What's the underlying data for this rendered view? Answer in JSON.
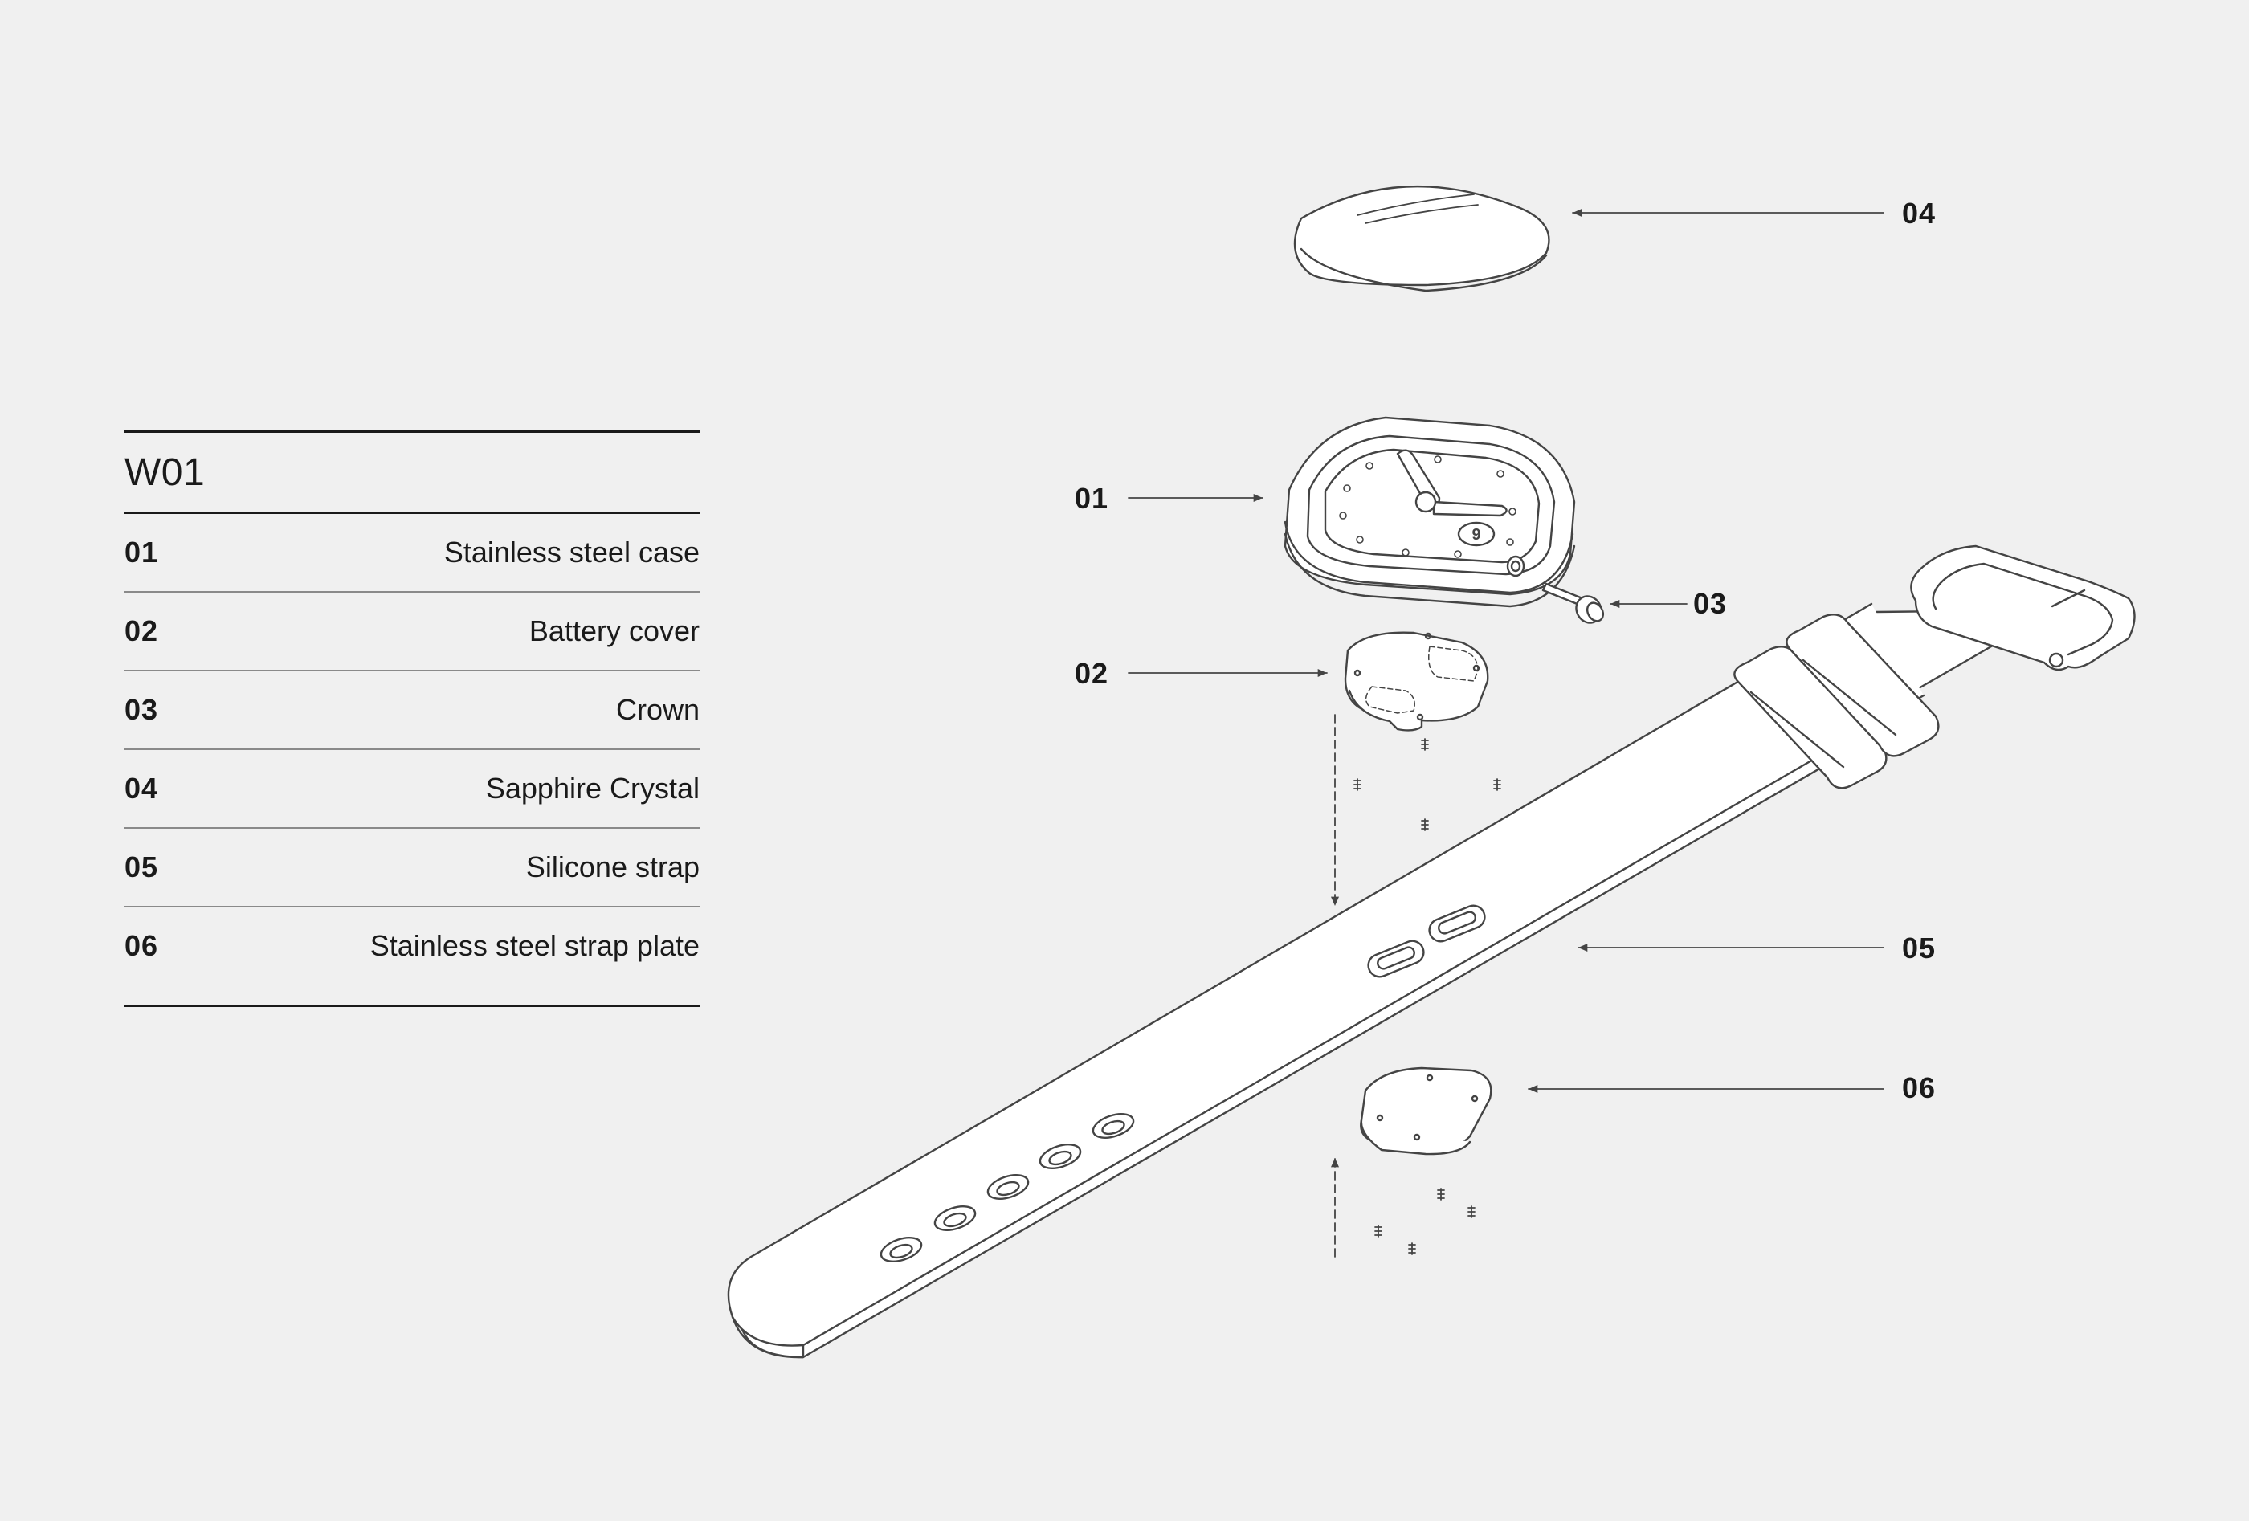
{
  "legend": {
    "title": "W01",
    "items": [
      {
        "num": "01",
        "name": "Stainless steel case"
      },
      {
        "num": "02",
        "name": "Battery cover"
      },
      {
        "num": "03",
        "name": "Crown"
      },
      {
        "num": "04",
        "name": "Sapphire Crystal"
      },
      {
        "num": "05",
        "name": "Silicone strap"
      },
      {
        "num": "06",
        "name": "Stainless steel strap plate"
      }
    ]
  },
  "callouts": {
    "c01": "01",
    "c02": "02",
    "c03": "03",
    "c04": "04",
    "c05": "05",
    "c06": "06"
  },
  "colors": {
    "background": "#f0f0f0",
    "ink": "#1a1a1a",
    "line": "#444444",
    "fill": "#ffffff"
  }
}
